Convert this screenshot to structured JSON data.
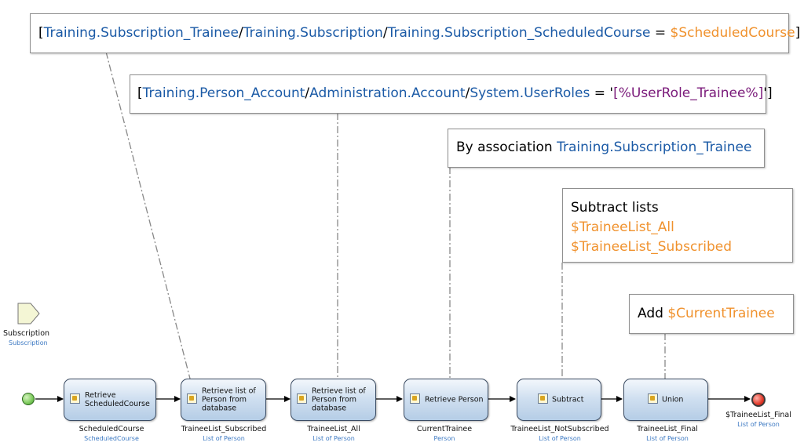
{
  "notes": {
    "scheduled_course_filter": {
      "open": "[",
      "path1": "Training.Subscription_Trainee",
      "sep1": "/",
      "path2": "Training.Subscription",
      "sep2": "/",
      "path3": "Training.Subscription_ScheduledCourse",
      "eq": " = ",
      "var": "$ScheduledCourse",
      "close": "]"
    },
    "user_role_filter": {
      "open": "[",
      "path1": "Training.Person_Account",
      "sep1": "/",
      "path2": "Administration.Account",
      "sep2": "/",
      "path3": "System.UserRoles",
      "eq": " = '",
      "value": "[%UserRole_Trainee%]",
      "close": "']"
    },
    "association": {
      "prefix": "By association ",
      "path": "Training.Subscription_Trainee"
    },
    "subtract": {
      "title": "Subtract lists",
      "line1": "$TraineeList_All",
      "line2": "$TraineeList_Subscribed"
    },
    "add": {
      "prefix": "Add ",
      "var": "$CurrentTrainee"
    }
  },
  "parameter": {
    "name": "Subscription",
    "type": "Subscription"
  },
  "activities": [
    {
      "label": "Retrieve ScheduledCourse",
      "output": "ScheduledCourse",
      "type": "ScheduledCourse"
    },
    {
      "label": "Retrieve list of Person from database",
      "output": "TraineeList_Subscribed",
      "type": "List of Person"
    },
    {
      "label": "Retrieve list of Person from database",
      "output": "TraineeList_All",
      "type": "List of Person"
    },
    {
      "label": "Retrieve Person",
      "output": "CurrentTrainee",
      "type": "Person"
    },
    {
      "label": "Subtract",
      "output": "TraineeList_NotSubscribed",
      "type": "List of Person"
    },
    {
      "label": "Union",
      "output": "TraineeList_Final",
      "type": "List of Person"
    }
  ],
  "end_event": {
    "return": "$TraineeList_Final",
    "type": "List of Person"
  }
}
